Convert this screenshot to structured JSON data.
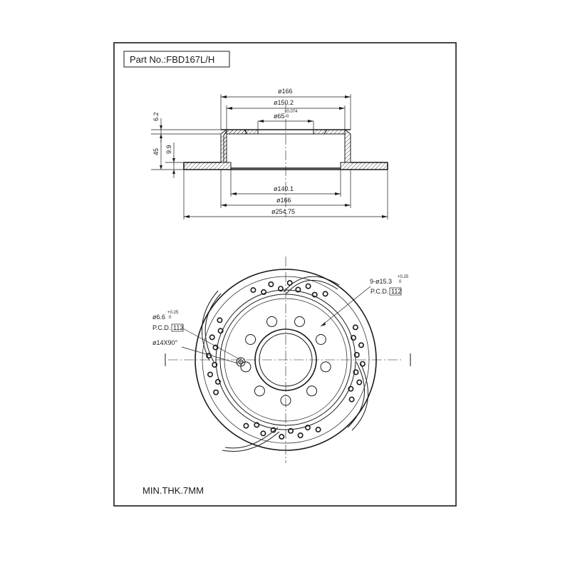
{
  "title_block": {
    "part_no": "Part No.:FBD167L/H"
  },
  "section_view": {
    "dim_top_outer": "ø166",
    "dim_top_mid": "ø150.2",
    "dim_bore": "ø65",
    "dim_bore_tol_upper": "+0.074",
    "dim_bore_tol_lower": "0",
    "dim_inner": "ø140.1",
    "dim_hat": "ø166",
    "dim_outer": "ø254.75",
    "dim_height_1": "6.2",
    "dim_height_2": "45",
    "dim_height_3": "9.9"
  },
  "face_view": {
    "bolt_hole_label": "9-ø15.3",
    "bolt_hole_tol_upper": "+0.25",
    "bolt_hole_tol_lower": "0",
    "bolt_pcd_label": "P.C.D.",
    "bolt_pcd_value": "112",
    "pin_hole_label": "ø6.6",
    "pin_hole_tol_upper": "+0.25",
    "pin_hole_tol_lower": "0",
    "pin_pcd_label": "P.C.D.",
    "pin_pcd_value": "112",
    "chamfer_label": "ø14X90°"
  },
  "notes": {
    "min_thickness": "MIN.THK.7MM"
  }
}
